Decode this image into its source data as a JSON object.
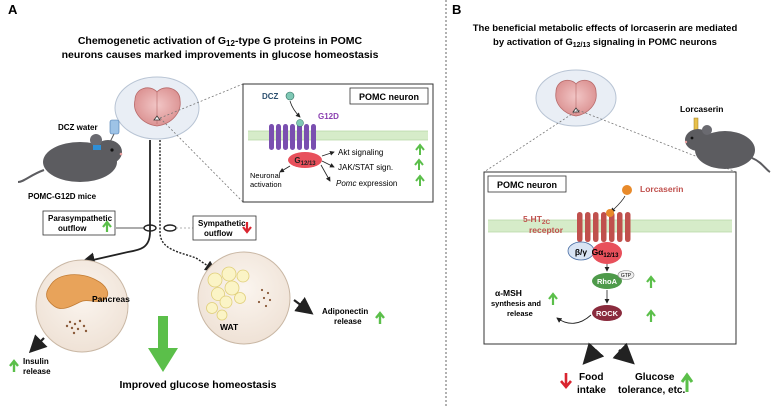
{
  "panel_a": {
    "letter": "A",
    "title_line1": "Chemogenetic activation of G",
    "title_sub": "12",
    "title_line1_end": "-type G proteins in POMC",
    "title_line2": "neurons causes marked improvements in glucose homeostasis",
    "dcz_water": "DCZ water",
    "mouse_label": "POMC-G12D mice",
    "inset_title": "POMC neuron",
    "dcz": "DCZ",
    "g12d": "G12D",
    "g_label": "G",
    "g_sub": "12/13",
    "akt": "Akt signaling",
    "jak": "JAK/STAT sign.",
    "pomc_expr_italic": "Pomc",
    "pomc_expr_rest": " expression",
    "neuronal_line1": "Neuronal",
    "neuronal_line2": "activation",
    "para_line1": "Parasympathetic",
    "para_line2": "outflow",
    "symp_line1": "Sympathetic",
    "symp_line2": "outflow",
    "pancreas": "Pancreas",
    "wat": "WAT",
    "insulin_line1": "Insulin",
    "insulin_line2": "release",
    "adipo_line1": "Adiponectin",
    "adipo_line2": "release",
    "improved": "Improved glucose homeostasis"
  },
  "panel_b": {
    "letter": "B",
    "title_line1": "The beneficial metabolic effects of lorcaserin are mediated",
    "title_line2": "by activation of G",
    "title_sub": "12/13",
    "title_line2_end": " signaling in POMC neurons",
    "lorcaserin_mouse": "Lorcaserin",
    "inset_title": "POMC neuron",
    "lorcaserin": "Lorcaserin",
    "receptor_line1": "5-HT",
    "receptor_sub": "2C",
    "receptor_line2": "receptor",
    "beta_gamma": "β/γ",
    "galpha": "Gα",
    "galpha_sub": "12/13",
    "gtp": "GTP",
    "rhoa": "RhoA",
    "rock": "ROCK",
    "msh_line1": "α-MSH",
    "msh_line2": "synthesis and",
    "msh_line3": "release",
    "food_line1": "Food",
    "food_line2": "intake",
    "glucose_line1": "Glucose",
    "glucose_line2": "tolerance, etc."
  },
  "colors": {
    "up_arrow": "#5bbf4a",
    "down_arrow": "#d9242f",
    "receptor_purple": "#7a4fb0",
    "receptor_red": "#c0504d",
    "membrane_green": "#cfe8c2",
    "g_protein_red": "#e8505b",
    "rhoa_green": "#4e9a4a",
    "rock_maroon": "#8a2b3d",
    "lorcaserin_orange": "#e88a2a"
  }
}
